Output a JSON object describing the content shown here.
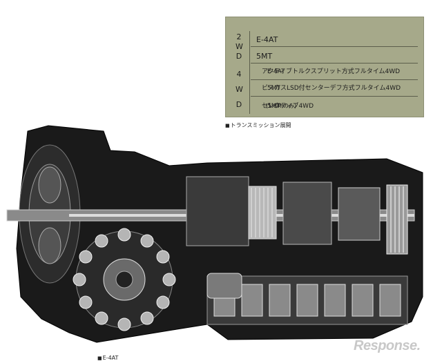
{
  "spec_table": {
    "group_2wd": [
      "2",
      "W",
      "D"
    ],
    "group_4wd": [
      "4",
      "W",
      "D"
    ],
    "rows": [
      {
        "text": "E-4AT",
        "value": ""
      },
      {
        "text": "5MT",
        "value": ""
      },
      {
        "text": "アクティブトルクスプリット方式フルタイム4WD",
        "value": "E-4AT"
      },
      {
        "text": "ビスカスLSD付センターデフ方式フルタイム4WD",
        "value": "5MT"
      },
      {
        "text": "セレクティブ4WD",
        "value": "5MT",
        "note": "(1.8Miのみ)"
      }
    ]
  },
  "caption_lineup": "トランスミッション展開",
  "caption_figure": "E-4AT",
  "watermark": "Response.",
  "colors": {
    "table_bg": "#a6a98a",
    "ink": "#1a1a1a",
    "paper": "#ffffff"
  }
}
